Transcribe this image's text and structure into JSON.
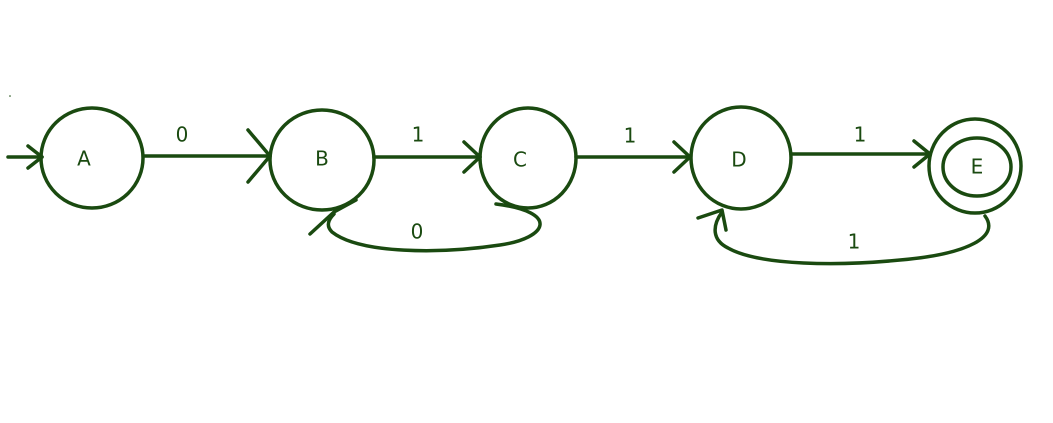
{
  "colors": {
    "ink": "#1a4a10",
    "background": "#ffffff"
  },
  "diagram": {
    "states": [
      {
        "id": "A",
        "label": "A",
        "start": true,
        "accepting": false
      },
      {
        "id": "B",
        "label": "B",
        "start": false,
        "accepting": false
      },
      {
        "id": "C",
        "label": "C",
        "start": false,
        "accepting": false
      },
      {
        "id": "D",
        "label": "D",
        "start": false,
        "accepting": false
      },
      {
        "id": "E",
        "label": "E",
        "start": false,
        "accepting": true
      }
    ],
    "transitions": [
      {
        "from": "A",
        "to": "B",
        "label": "0"
      },
      {
        "from": "B",
        "to": "C",
        "label": "1"
      },
      {
        "from": "C",
        "to": "D",
        "label": "1"
      },
      {
        "from": "D",
        "to": "E",
        "label": "1"
      },
      {
        "from": "C",
        "to": "B",
        "label": "0"
      },
      {
        "from": "E",
        "to": "D",
        "label": "1"
      }
    ]
  }
}
